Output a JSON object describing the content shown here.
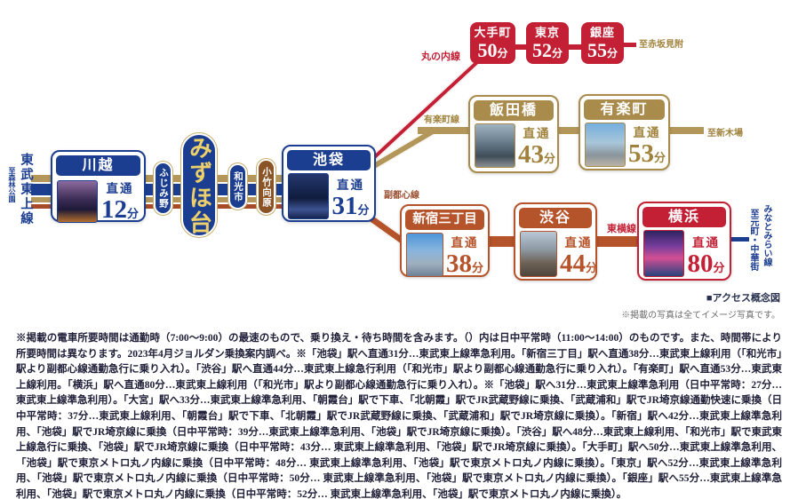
{
  "colors": {
    "navy": "#1c3e90",
    "gold": "#a98c4b",
    "orange": "#b5532b",
    "red": "#c32035",
    "brown": "#8a5427"
  },
  "tojo": {
    "line_name": "東武東上線",
    "terminus": "至森林公園"
  },
  "stations": {
    "kawagoe": {
      "name": "川越",
      "direct": "直通",
      "min": "12",
      "unit": "分"
    },
    "fujimino": {
      "name": "ふじみ野"
    },
    "mizuhodai": {
      "name": "みずほ台"
    },
    "wakoshi": {
      "name": "和光市"
    },
    "kotake": {
      "name": "小竹向原"
    },
    "ikebukuro": {
      "name": "池袋",
      "direct": "直通",
      "min": "31",
      "unit": "分"
    }
  },
  "marunouchi": {
    "label": "丸の内線",
    "stations": [
      {
        "name": "大手町",
        "min": "50",
        "unit": "分"
      },
      {
        "name": "東京",
        "min": "52",
        "unit": "分"
      },
      {
        "name": "銀座",
        "min": "55",
        "unit": "分"
      }
    ],
    "terminus": "至赤坂見附"
  },
  "yurakucho": {
    "label": "有楽町線",
    "stations": [
      {
        "name": "飯田橋",
        "direct": "直通",
        "min": "43",
        "unit": "分"
      },
      {
        "name": "有楽町",
        "direct": "直通",
        "min": "53",
        "unit": "分"
      }
    ],
    "terminus": "至新木場"
  },
  "fukutoshin": {
    "label": "副都心線",
    "stations": [
      {
        "name": "新宿三丁目",
        "direct": "直通",
        "min": "38",
        "unit": "分"
      },
      {
        "name": "渋谷",
        "direct": "直通",
        "min": "44",
        "unit": "分"
      }
    ]
  },
  "toyoko": {
    "label": "東横線",
    "yokohama": {
      "name": "横浜",
      "direct": "直通",
      "min": "80",
      "unit": "分"
    },
    "minatomirai_line": "みなとみらい線",
    "terminus": "至元町・中華街"
  },
  "notes": {
    "access": "■アクセス概念図",
    "photo": "※掲載の写真は全てイメージ写真です。"
  },
  "disclaimer": "※掲載の電車所要時間は通勤時（7:00～9:00）の最速のもので、乗り換え・待ち時間を含みます。（）内は日中平常時（11:00～14:00）のものです。また、時間帯により所要時間は異なります。2023年4月ジョルダン乗換案内調べ。※「池袋」駅へ直通31分…東武東上線準急利用。「新宿三丁目」駅へ直通38分…東武東上線利用（「和光市」駅より副都心線通勤急行に乗り入れ）。「渋谷」駅へ直通44分…東武東上線急行利用（「和光市」駅より副都心線通勤急行に乗り入れ）。「有楽町」駅へ直通53分…東武東上線利用。「横浜」駅へ直通80分…東武東上線利用（「和光市」駅より副都心線通勤急行に乗り入れ）。※「池袋」駅へ31分…東武東上線準急利用（日中平常時：27分… 東武東上線準急利用）。「大宮」駅へ33分…東武東上線準急利用、「朝霞台」駅で下車、「北朝霞」駅でJR武蔵野線に乗換、「武蔵浦和」駅でJR埼京線通勤快速に乗換（日中平常時：37分…東武東上線利用、「朝霞台」駅で下車、「北朝霞」駅でJR武蔵野線に乗換、「武蔵浦和」駅でJR埼京線に乗換）。「新宿」駅へ42分…東武東上線準急利用、「池袋」駅でJR埼京線に乗換（日中平常時：39分…東武東上線準急利用、「池袋」駅でJR埼京線に乗換）。「渋谷」駅へ48分…東武東上線利用、「和光市」駅で東武東上線急行に乗換、「池袋」駅でJR埼京線に乗換（日中平常時：43分… 東武東上線準急利用、「池袋」駅でJR埼京線に乗換）。「大手町」駅へ50分…東武東上線準急利用、「池袋」駅で東京メトロ丸ノ内線に乗換（日中平常時：48分… 東武東上線準急利用、「池袋」駅で東京メトロ丸ノ内線に乗換）。「東京」駅へ52分…東武東上線準急利用、「池袋」駅で東京メトロ丸ノ内線に乗換（日中平常時：50分… 東武東上線準急利用、「池袋」駅で東京メトロ丸ノ内線に乗換）。「銀座」駅へ55分…東武東上線準急利用、「池袋」駅で東京メトロ丸ノ内線に乗換（日中平常時：52分… 東武東上線準急利用、「池袋」駅で東京メトロ丸ノ内線に乗換）。"
}
